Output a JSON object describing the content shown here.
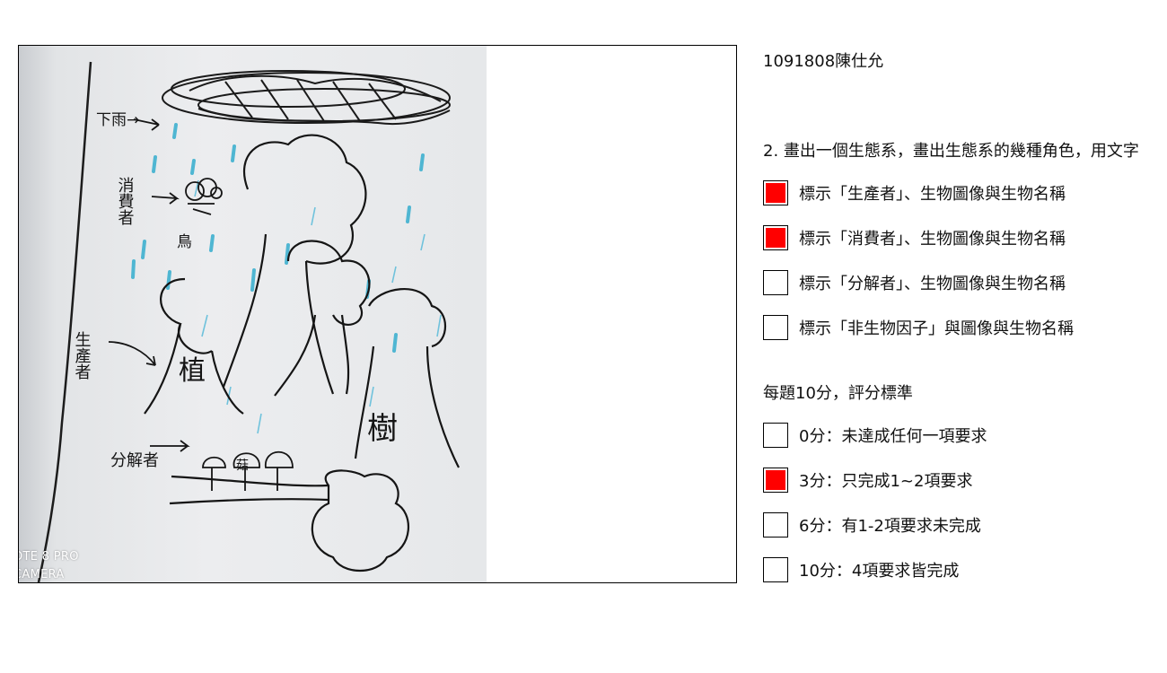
{
  "student_id": "1091808陳仕允",
  "question": "2. 畫出一個生態系，畫出生態系的幾種角色，用文字",
  "criteria": [
    {
      "label": "標示「生產者」、生物圖像與生物名稱",
      "checked": true
    },
    {
      "label": "標示「消費者」、生物圖像與生物名稱",
      "checked": true
    },
    {
      "label": "標示「分解者」、生物圖像與生物名稱",
      "checked": false
    },
    {
      "label": "標示「非生物因子」與圖像與生物名稱",
      "checked": false
    }
  ],
  "scoring_heading": "每題10分，評分標準",
  "scores": [
    {
      "label": "0分：未達成任何一項要求",
      "checked": false
    },
    {
      "label": "3分：只完成1~2項要求",
      "checked": true
    },
    {
      "label": "6分：有1-2項要求未完成",
      "checked": false
    },
    {
      "label": "10分：4項要求皆完成",
      "checked": false
    }
  ],
  "photo": {
    "watermark_line1": "OTE 8 PRO",
    "watermark_line2": "CAMERA",
    "labels": {
      "rain": "下雨→",
      "consumer": "消費者",
      "bird": "鳥",
      "producer": "生產者",
      "tree1": "植",
      "tree2": "樹",
      "decomposer": "分解者",
      "mushroom": "菇"
    }
  },
  "colors": {
    "checked_fill": "#ff0000"
  }
}
